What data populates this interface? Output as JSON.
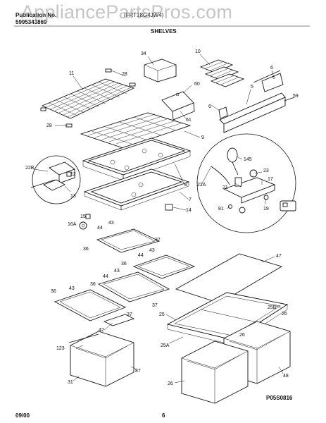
{
  "header": {
    "publication_label": "Publication No.",
    "publication_number": "5995343869",
    "model_fragment": "(FRT18G4JW4)",
    "section_title": "SHELVES"
  },
  "watermark": "AppliancePartsPros.com",
  "figure_code": "P05S0816",
  "footer": {
    "date": "09/00",
    "page": "6"
  },
  "callouts": {
    "c34": "34",
    "c10": "10",
    "c11": "11",
    "c28a": "28",
    "c28b": "28",
    "c60": "60",
    "c6a": "6",
    "c6b": "6",
    "c5": "5",
    "c59": "59",
    "c61": "61",
    "c9": "9",
    "c22b": "22B",
    "c12": "12",
    "c13": "13",
    "c8": "8",
    "c7": "7",
    "c14": "14",
    "c145": "145",
    "c23": "23",
    "c22a": "22A",
    "c21": "21",
    "c17": "17",
    "c19": "19",
    "c81": "81",
    "c15": "15",
    "c16a": "16A",
    "c44a": "44",
    "c43a": "43",
    "c37a": "37",
    "c36a": "36",
    "c47": "47",
    "c44b": "44",
    "c43b": "43",
    "c36b": "36",
    "c43c": "43",
    "c44c": "44",
    "c36c": "36",
    "c36d": "36",
    "c43d": "43",
    "c37b": "37",
    "c37c": "37",
    "c25b": "25B",
    "c26a": "26",
    "c42": "42",
    "c25": "25",
    "c26b": "26",
    "c123": "123",
    "c25a": "25A",
    "c87": "87",
    "c31": "31",
    "c26c": "26",
    "c48": "48"
  }
}
